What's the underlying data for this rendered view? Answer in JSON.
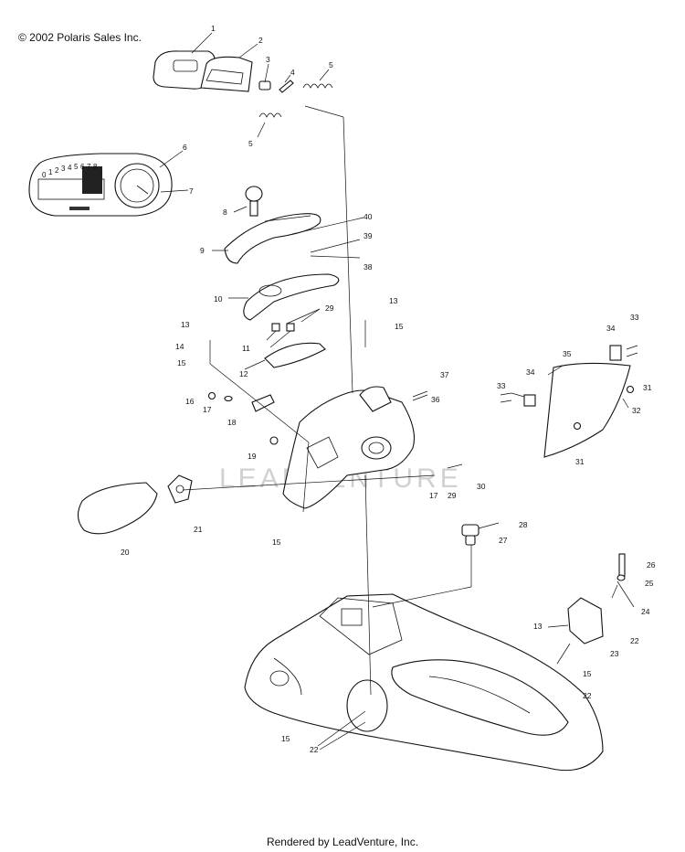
{
  "copyright": "© 2002 Polaris Sales Inc.",
  "watermark": "LEADVENTURE",
  "footer": "Rendered by LeadVenture, Inc.",
  "callouts": {
    "c1": "1",
    "c2": "2",
    "c3": "3",
    "c4": "4",
    "c5a": "5",
    "c5b": "5",
    "c6": "6",
    "c7": "7",
    "c8": "8",
    "c9": "9",
    "c10": "10",
    "c11": "11",
    "c12": "12",
    "c13a": "13",
    "c13b": "13",
    "c13c": "13",
    "c14": "14",
    "c15a": "15",
    "c15b": "15",
    "c15c": "15",
    "c15d": "15",
    "c15e": "15",
    "c16": "16",
    "c17a": "17",
    "c17b": "17",
    "c18": "18",
    "c19": "19",
    "c20": "20",
    "c21": "21",
    "c22a": "22",
    "c22b": "22",
    "c22c": "22",
    "c23": "23",
    "c24": "24",
    "c25": "25",
    "c26": "26",
    "c27": "27",
    "c28": "28",
    "c29a": "29",
    "c29b": "29",
    "c30": "30",
    "c31a": "31",
    "c31b": "31",
    "c32": "32",
    "c33a": "33",
    "c33b": "33",
    "c34a": "34",
    "c34b": "34",
    "c35": "35",
    "c36": "36",
    "c37": "37",
    "c38": "38",
    "c39": "39",
    "c40": "40"
  },
  "gauge_scale": [
    "0",
    "1",
    "2",
    "3",
    "4",
    "5",
    "6",
    "7",
    "8"
  ]
}
